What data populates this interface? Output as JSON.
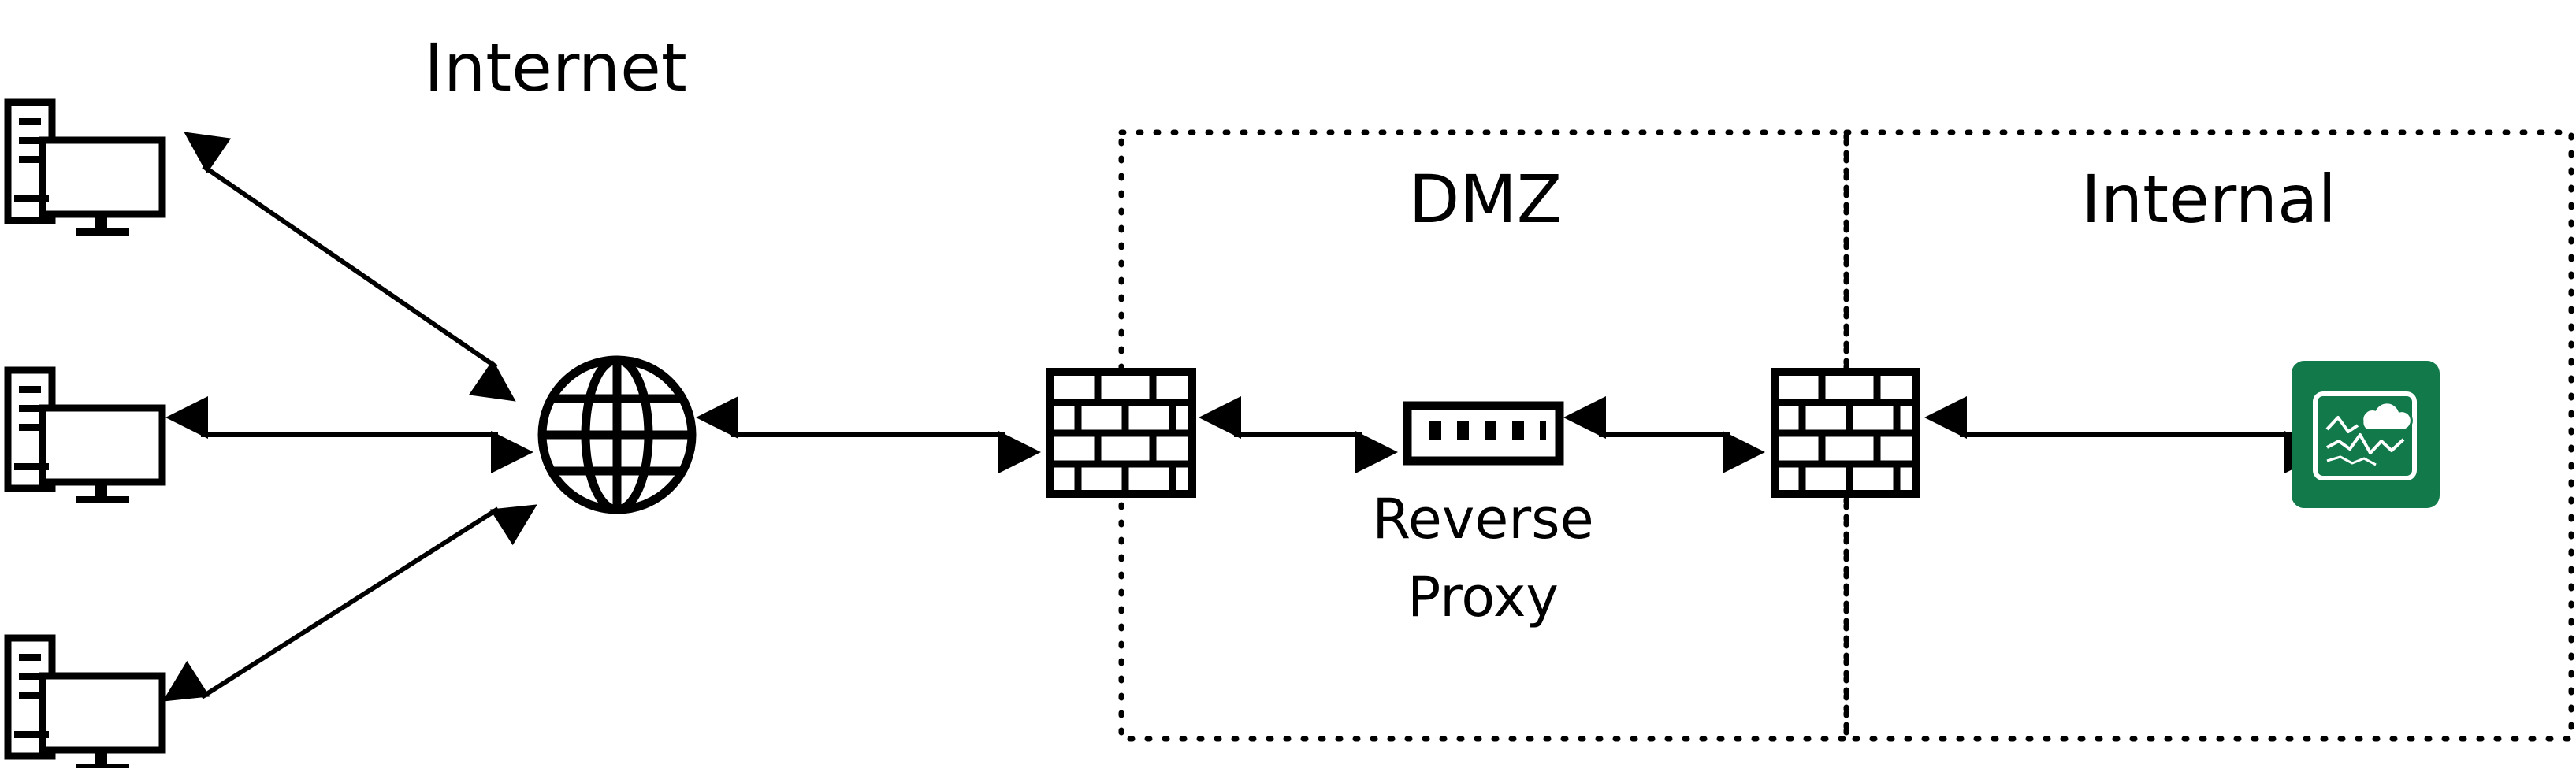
{
  "labels": {
    "internet": "Internet",
    "dmz": "DMZ",
    "internal": "Internal",
    "reverse_proxy_line1": "Reverse",
    "reverse_proxy_line2": "Proxy"
  },
  "colors": {
    "ink": "#000000",
    "app_tile": "#127a4a",
    "app_line": "#ffffff"
  },
  "icons": [
    "computer-icon",
    "globe-icon",
    "firewall-icon",
    "switch-icon",
    "monitoring-app-icon"
  ]
}
